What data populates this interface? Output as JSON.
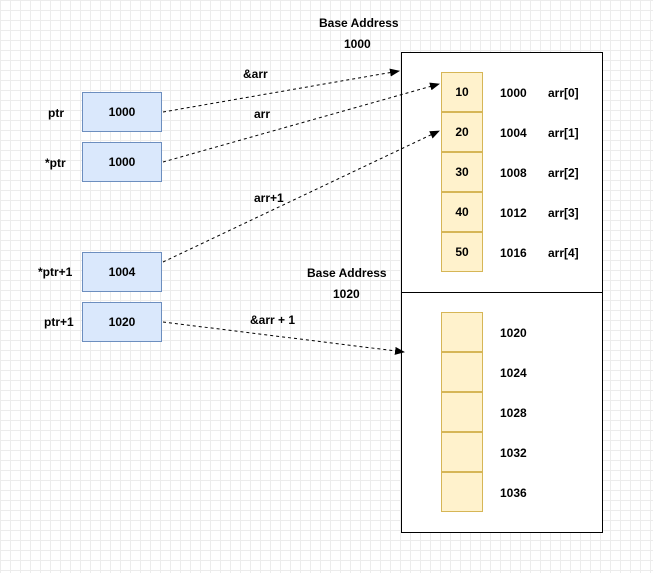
{
  "headers": {
    "first_line1": "Base Address",
    "first_line2": "1000",
    "second_line1": "Base Address",
    "second_line2": "1020"
  },
  "pointers": [
    {
      "name": "ptr",
      "value": "1000"
    },
    {
      "name": "*ptr",
      "value": "1000"
    },
    {
      "name": "*ptr+1",
      "value": "1004"
    },
    {
      "name": "ptr+1",
      "value": "1020"
    }
  ],
  "arrow_labels": {
    "addr_arr": "&arr",
    "arr": "arr",
    "arr_plus_1": "arr+1",
    "addr_arr_plus_1": "&arr + 1"
  },
  "array1": [
    {
      "value": "10",
      "address": "1000",
      "name": "arr[0]"
    },
    {
      "value": "20",
      "address": "1004",
      "name": "arr[1]"
    },
    {
      "value": "30",
      "address": "1008",
      "name": "arr[2]"
    },
    {
      "value": "40",
      "address": "1012",
      "name": "arr[3]"
    },
    {
      "value": "50",
      "address": "1016",
      "name": "arr[4]"
    }
  ],
  "array2": [
    {
      "value": "",
      "address": "1020"
    },
    {
      "value": "",
      "address": "1024"
    },
    {
      "value": "",
      "address": "1028"
    },
    {
      "value": "",
      "address": "1032"
    },
    {
      "value": "",
      "address": "1036"
    }
  ],
  "colors": {
    "pointer_fill": "#dae8fc",
    "pointer_stroke": "#6c8ebf",
    "cell_fill": "#fff2cc",
    "cell_stroke": "#d6b656"
  }
}
